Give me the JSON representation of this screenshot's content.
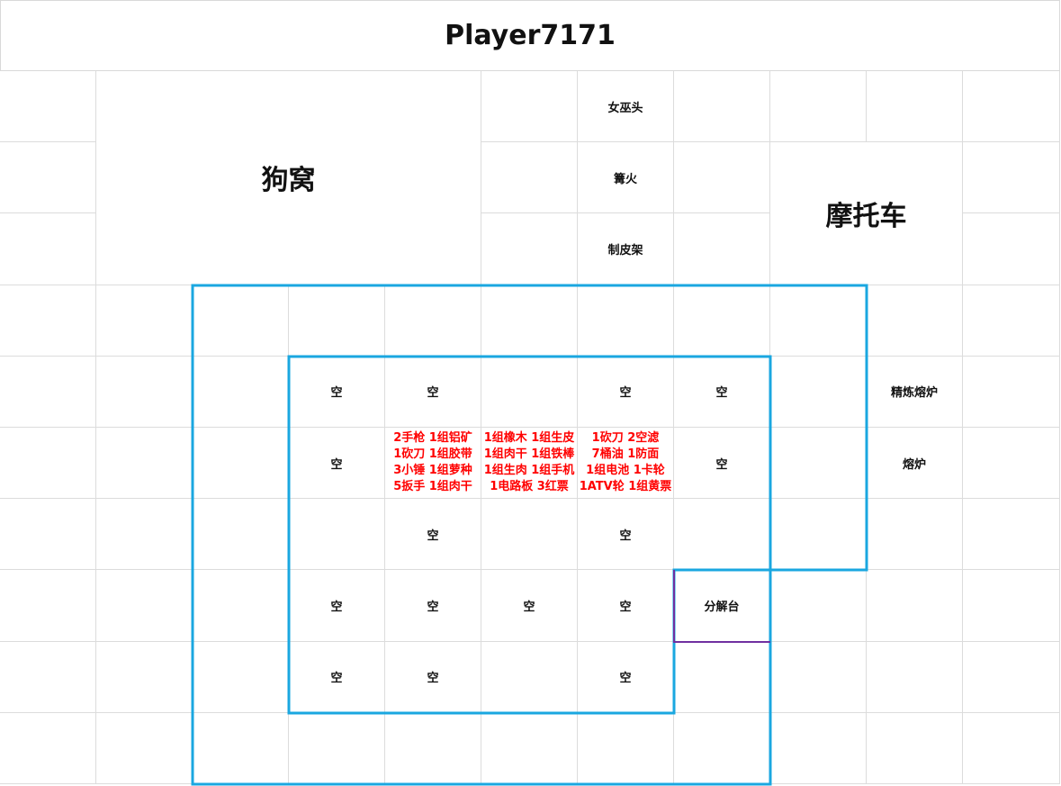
{
  "title": "Player7171",
  "merged": {
    "dog_house": "狗窝",
    "motorcycle": "摩托车"
  },
  "stations": {
    "witch_head": "女巫头",
    "bonfire": "篝火",
    "tanning_rack": "制皮架",
    "refining_furnace": "精炼熔炉",
    "furnace": "熔炉",
    "disassembly_table": "分解台"
  },
  "empty": "空",
  "storage": [
    [
      "2手枪 1组铝矿",
      "1砍刀 1组胶带",
      "3小锤 1组萝种",
      "5扳手 1组肉干"
    ],
    [
      "1组橡木 1组生皮",
      "1组肉干 1组铁棒",
      "1组生肉 1组手机",
      "1电路板 3红票"
    ],
    [
      "1砍刀 2空滤",
      "7桶油 1防面",
      "1组电池 1卡轮",
      "1ATV轮 1组黄票"
    ]
  ],
  "colors": {
    "outer_border": "#1aa7e0",
    "inner_border": "#1aa7e0",
    "station_border": "#7030a0",
    "storage_text": "#ff0000"
  }
}
